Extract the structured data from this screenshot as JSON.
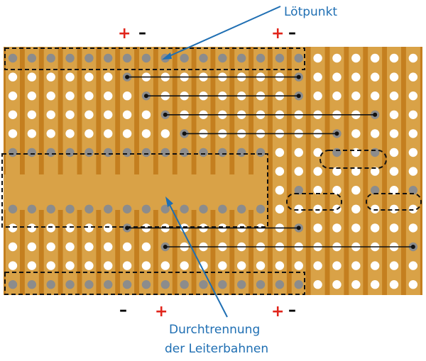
{
  "labels": {
    "solder_point": "Lötpunkt",
    "cut_line1": "Durchtrennung",
    "cut_line2": "der Leiterbahnen"
  },
  "signs": {
    "plus": "+",
    "minus": "–"
  },
  "colors": {
    "board": "#c47f1f",
    "strip": "#d9a247",
    "cut_band": "#d9a247",
    "hole_gray": "#8c8c8c",
    "hole_white": "#ffffff",
    "wire": "#111111",
    "annotation": "#1f6fb3",
    "plus_color": "#e1251b",
    "minus_color": "#000000"
  }
}
